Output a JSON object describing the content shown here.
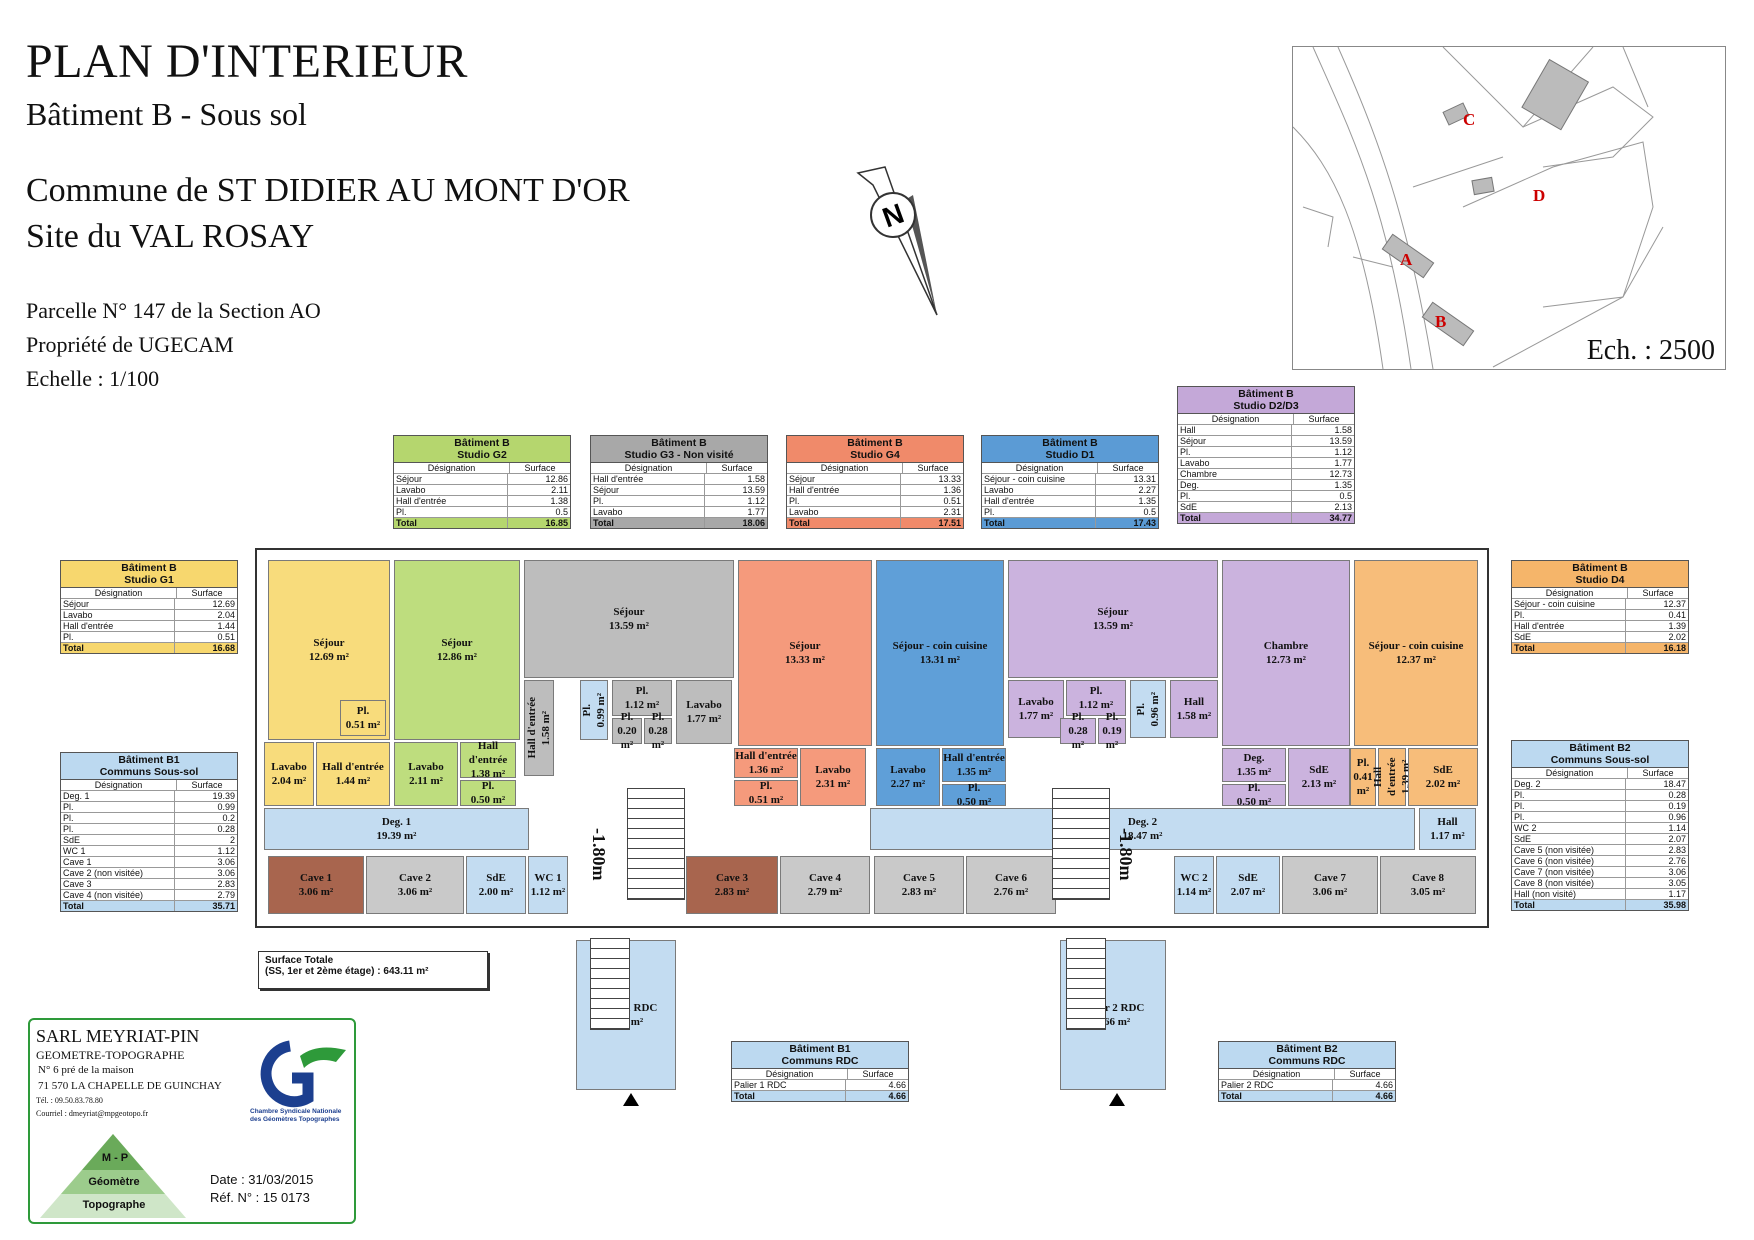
{
  "header": {
    "title": "PLAN D'INTERIEUR",
    "subtitle": "Bâtiment B - Sous sol",
    "commune": "Commune de ST DIDIER AU MONT D'OR",
    "site": "Site du VAL ROSAY",
    "parcelle": "Parcelle N° 147 de la Section AO",
    "propriete": "Propriété de UGECAM",
    "echelle": "Echelle : 1/100"
  },
  "north": {
    "letter": "N"
  },
  "location_map": {
    "labels": [
      "A",
      "B",
      "C",
      "D"
    ],
    "scale": "Ech. : 2500"
  },
  "tables": {
    "g2": {
      "title1": "Bâtiment B",
      "title2": "Studio G2",
      "color": "#b5d66e",
      "col1": "Désignation",
      "col2": "Surface",
      "rows": [
        [
          "Séjour",
          "12.86"
        ],
        [
          "Lavabo",
          "2.11"
        ],
        [
          "Hall d'entrée",
          "1.38"
        ],
        [
          "Pl.",
          "0.5"
        ]
      ],
      "total": [
        "Total",
        "16.85"
      ]
    },
    "g3": {
      "title1": "Bâtiment B",
      "title2": "Studio G3 - Non visité",
      "color": "#a8a8a8",
      "col1": "Désignation",
      "col2": "Surface",
      "rows": [
        [
          "Hall d'entrée",
          "1.58"
        ],
        [
          "Séjour",
          "13.59"
        ],
        [
          "Pl.",
          "1.12"
        ],
        [
          "Lavabo",
          "1.77"
        ]
      ],
      "total": [
        "Total",
        "18.06"
      ]
    },
    "g4": {
      "title1": "Bâtiment B",
      "title2": "Studio G4",
      "color": "#f08a6a",
      "col1": "Désignation",
      "col2": "Surface",
      "rows": [
        [
          "Séjour",
          "13.33"
        ],
        [
          "Hall d'entrée",
          "1.36"
        ],
        [
          "Pl.",
          "0.51"
        ],
        [
          "Lavabo",
          "2.31"
        ]
      ],
      "total": [
        "Total",
        "17.51"
      ]
    },
    "d1": {
      "title1": "Bâtiment B",
      "title2": "Studio D1",
      "color": "#5b9bd5",
      "col1": "Désignation",
      "col2": "Surface",
      "rows": [
        [
          "Séjour - coin cuisine",
          "13.31"
        ],
        [
          "Lavabo",
          "2.27"
        ],
        [
          "Hall d'entrée",
          "1.35"
        ],
        [
          "Pl.",
          "0.5"
        ]
      ],
      "total": [
        "Total",
        "17.43"
      ]
    },
    "d23": {
      "title1": "Bâtiment B",
      "title2": "Studio D2/D3",
      "color": "#c4a8d8",
      "col1": "Désignation",
      "col2": "Surface",
      "rows": [
        [
          "Hall",
          "1.58"
        ],
        [
          "Séjour",
          "13.59"
        ],
        [
          "Pl.",
          "1.12"
        ],
        [
          "Lavabo",
          "1.77"
        ],
        [
          "Chambre",
          "12.73"
        ],
        [
          "Deg.",
          "1.35"
        ],
        [
          "Pl.",
          "0.5"
        ],
        [
          "SdE",
          "2.13"
        ]
      ],
      "total": [
        "Total",
        "34.77"
      ]
    },
    "g1": {
      "title1": "Bâtiment B",
      "title2": "Studio G1",
      "color": "#f7d76e",
      "col1": "Désignation",
      "col2": "Surface",
      "rows": [
        [
          "Séjour",
          "12.69"
        ],
        [
          "Lavabo",
          "2.04"
        ],
        [
          "Hall d'entrée",
          "1.44"
        ],
        [
          "Pl.",
          "0.51"
        ]
      ],
      "total": [
        "Total",
        "16.68"
      ]
    },
    "d4": {
      "title1": "Bâtiment B",
      "title2": "Studio D4",
      "color": "#f5b56a",
      "col1": "Désignation",
      "col2": "Surface",
      "rows": [
        [
          "Séjour - coin cuisine",
          "12.37"
        ],
        [
          "Pl.",
          "0.41"
        ],
        [
          "Hall d'entrée",
          "1.39"
        ],
        [
          "SdE",
          "2.02"
        ]
      ],
      "total": [
        "Total",
        "16.18"
      ]
    },
    "b1": {
      "title1": "Bâtiment B1",
      "title2": "Communs Sous-sol",
      "color": "#bcd9f0",
      "col1": "Désignation",
      "col2": "Surface",
      "rows": [
        [
          "Deg. 1",
          "19.39"
        ],
        [
          "Pl.",
          "0.99"
        ],
        [
          "Pl.",
          "0.2"
        ],
        [
          "Pl.",
          "0.28"
        ],
        [
          "SdE",
          "2"
        ],
        [
          "WC 1",
          "1.12"
        ],
        [
          "Cave 1",
          "3.06"
        ],
        [
          "Cave 2 (non visitée)",
          "3.06"
        ],
        [
          "Cave 3",
          "2.83"
        ],
        [
          "Cave 4 (non visitée)",
          "2.79"
        ]
      ],
      "total": [
        "Total",
        "35.71"
      ]
    },
    "b2": {
      "title1": "Bâtiment B2",
      "title2": "Communs Sous-sol",
      "color": "#bcd9f0",
      "col1": "Désignation",
      "col2": "Surface",
      "rows": [
        [
          "Deg. 2",
          "18.47"
        ],
        [
          "Pl.",
          "0.28"
        ],
        [
          "Pl.",
          "0.19"
        ],
        [
          "Pl.",
          "0.96"
        ],
        [
          "WC 2",
          "1.14"
        ],
        [
          "SdE",
          "2.07"
        ],
        [
          "Cave 5 (non visitée)",
          "2.83"
        ],
        [
          "Cave 6 (non visitée)",
          "2.76"
        ],
        [
          "Cave 7 (non visitée)",
          "3.06"
        ],
        [
          "Cave 8 (non visitée)",
          "3.05"
        ],
        [
          "Hall (non visité)",
          "1.17"
        ]
      ],
      "total": [
        "Total",
        "35.98"
      ]
    },
    "b1rdc": {
      "title1": "Bâtiment B1",
      "title2": "Communs RDC",
      "color": "#bcd9f0",
      "col1": "Désignation",
      "col2": "Surface",
      "rows": [
        [
          "Palier 1 RDC",
          "4.66"
        ]
      ],
      "total": [
        "Total",
        "4.66"
      ]
    },
    "b2rdc": {
      "title1": "Bâtiment B2",
      "title2": "Communs RDC",
      "color": "#bcd9f0",
      "col1": "Désignation",
      "col2": "Surface",
      "rows": [
        [
          "Palier 2 RDC",
          "4.66"
        ]
      ],
      "total": [
        "Total",
        "4.66"
      ]
    }
  },
  "surface_totale": {
    "line1": "Surface Totale",
    "line2": "(SS, 1er et 2ème étage) : 643.11 m²"
  },
  "rooms": {
    "g1_sejour": [
      "Séjour",
      "12.69 m²"
    ],
    "g1_pl": [
      "Pl.",
      "0.51 m²"
    ],
    "g1_lavabo": [
      "Lavabo",
      "2.04 m²"
    ],
    "g1_hall": [
      "Hall d'entrée",
      "1.44 m²"
    ],
    "g2_sejour": [
      "Séjour",
      "12.86 m²"
    ],
    "g2_lavabo": [
      "Lavabo",
      "2.11 m²"
    ],
    "g2_hall": [
      "Hall d'entrée",
      "1.38 m²"
    ],
    "g2_pl": [
      "Pl.",
      "0.50 m²"
    ],
    "g3_sejour": [
      "Séjour",
      "13.59 m²"
    ],
    "g3_hall": [
      "Hall d'entrée",
      "1.58 m²"
    ],
    "pl099": [
      "Pl.",
      "0.99 m²"
    ],
    "g3_pl": [
      "Pl.",
      "1.12 m²"
    ],
    "g3_lavabo": [
      "Lavabo",
      "1.77 m²"
    ],
    "pl020": [
      "Pl.",
      "0.20 m²"
    ],
    "pl028a": [
      "Pl.",
      "0.28 m²"
    ],
    "g4_sejour": [
      "Séjour",
      "13.33 m²"
    ],
    "g4_hall": [
      "Hall d'entrée",
      "1.36 m²"
    ],
    "g4_pl": [
      "Pl.",
      "0.51 m²"
    ],
    "g4_lavabo": [
      "Lavabo",
      "2.31 m²"
    ],
    "d1_sejour": [
      "Séjour - coin cuisine",
      "13.31 m²"
    ],
    "d1_lavabo": [
      "Lavabo",
      "2.27 m²"
    ],
    "d1_hall": [
      "Hall d'entrée",
      "1.35 m²"
    ],
    "d1_pl": [
      "Pl.",
      "0.50 m²"
    ],
    "d2_sejour": [
      "Séjour",
      "13.59 m²"
    ],
    "d2_lavabo": [
      "Lavabo",
      "1.77 m²"
    ],
    "d2_pl": [
      "Pl.",
      "1.12 m²"
    ],
    "pl028b": [
      "Pl.",
      "0.28 m²"
    ],
    "pl019": [
      "Pl.",
      "0.19 m²"
    ],
    "pl096": [
      "Pl.",
      "0.96 m²"
    ],
    "d2_hall": [
      "Hall",
      "1.58 m²"
    ],
    "d3_chambre": [
      "Chambre",
      "12.73 m²"
    ],
    "d3_deg": [
      "Deg.",
      "1.35 m²"
    ],
    "d3_pl": [
      "Pl.",
      "0.50 m²"
    ],
    "d3_sde": [
      "SdE",
      "2.13 m²"
    ],
    "d4_sejour": [
      "Séjour - coin cuisine",
      "12.37 m²"
    ],
    "d4_pl": [
      "Pl.",
      "0.41 m²"
    ],
    "d4_hall": [
      "Hall d'entrée",
      "1.39 m²"
    ],
    "d4_sde": [
      "SdE",
      "2.02 m²"
    ],
    "deg1": [
      "Deg. 1",
      "19.39 m²"
    ],
    "deg2": [
      "Deg. 2",
      "18.47 m²"
    ],
    "hall": [
      "Hall",
      "1.17 m²"
    ],
    "cave1": [
      "Cave 1",
      "3.06 m²"
    ],
    "cave2": [
      "Cave 2",
      "3.06 m²"
    ],
    "sde1": [
      "SdE",
      "2.00 m²"
    ],
    "wc1": [
      "WC 1",
      "1.12 m²"
    ],
    "cave3": [
      "Cave 3",
      "2.83 m²"
    ],
    "cave4": [
      "Cave 4",
      "2.79 m²"
    ],
    "cave5": [
      "Cave 5",
      "2.83 m²"
    ],
    "cave6": [
      "Cave 6",
      "2.76 m²"
    ],
    "wc2": [
      "WC 2",
      "1.14 m²"
    ],
    "sde2": [
      "SdE",
      "2.07 m²"
    ],
    "cave7": [
      "Cave 7",
      "3.06 m²"
    ],
    "cave8": [
      "Cave 8",
      "3.05 m²"
    ],
    "palier1": [
      "Palier 1 RDC",
      "4.66 m²"
    ],
    "palier2": [
      "Palier 2 RDC",
      "4.66 m²"
    ],
    "level1": "-1.80m",
    "level2": "-1.80m"
  },
  "company": {
    "name": "SARL MEYRIAT-PIN",
    "profession": "GEOMETRE-TOPOGRAPHE",
    "address1": "N° 6 pré de la maison",
    "address2": "71 570 LA CHAPELLE DE GUINCHAY",
    "tel": "Tél. : 09.50.83.78.80",
    "email": "Courriel : dmeyriat@mpgeotopo.fr",
    "chambre1": "Chambre Syndicale Nationale",
    "chambre2": "des Géomètres Topographes",
    "pyr_top": "M - P",
    "pyr_mid": "Géomètre",
    "pyr_bot": "Topographe",
    "date": "Date : 31/03/2015",
    "ref": "Réf. N° : 15 0173"
  }
}
